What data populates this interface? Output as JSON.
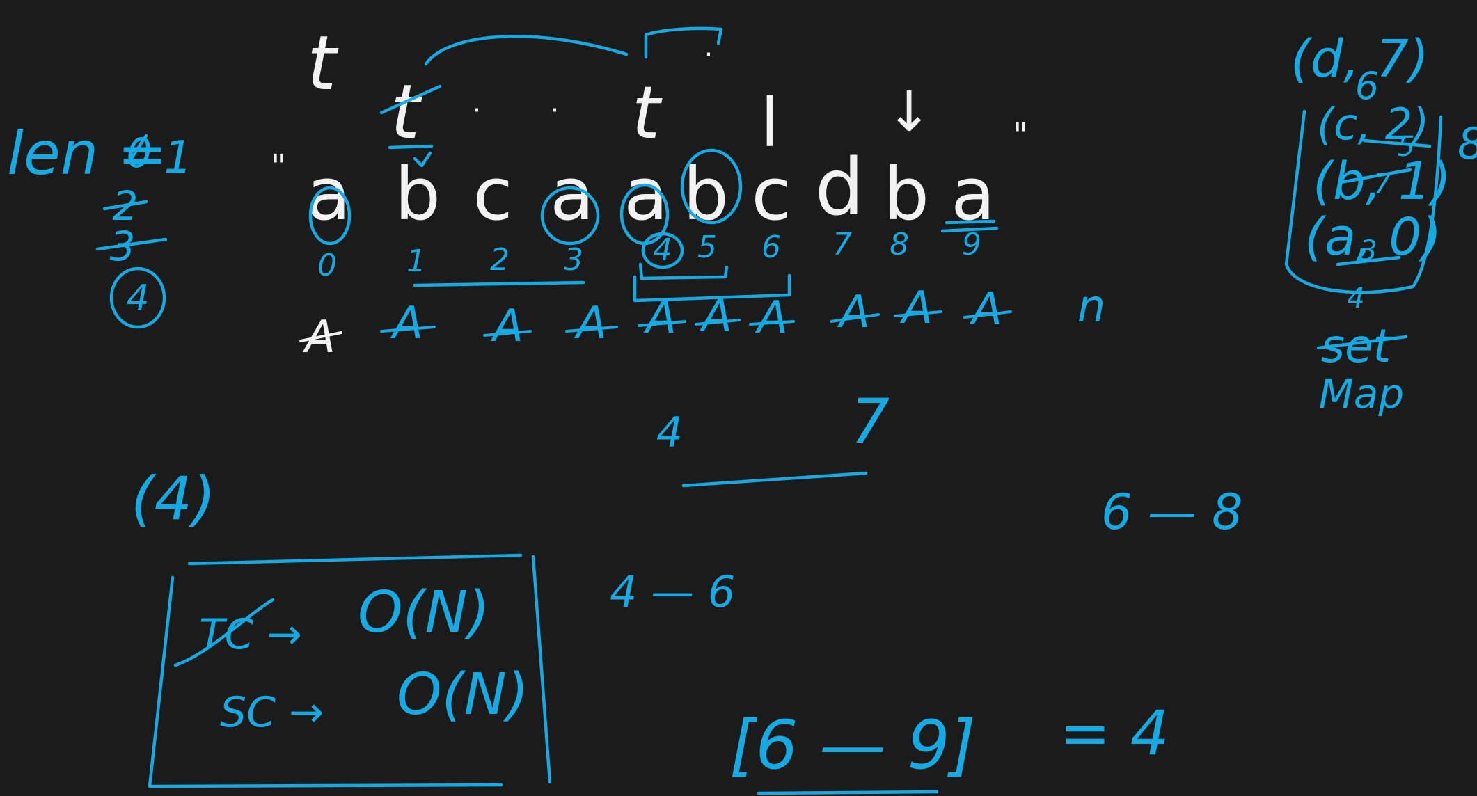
{
  "colors": {
    "background": "#1b1b1b",
    "white_ink": "#f2f2f2",
    "blue_ink": "#16a9e2"
  },
  "string": {
    "characters": [
      "a",
      "b",
      "c",
      "a",
      "a",
      "b",
      "c",
      "d",
      "b",
      "a"
    ],
    "indices": [
      "0",
      "1",
      "2",
      "3",
      "4",
      "5",
      "6",
      "7",
      "8",
      "9"
    ],
    "quote_left": "\"",
    "quote_right": "\""
  },
  "pointers": {
    "top_t": "t",
    "struck_t": "t",
    "t2": "t",
    "l": "l",
    "arrow": "↓"
  },
  "length_tracker": {
    "label": "len =",
    "struck_values": [
      "0",
      "1",
      "2",
      "3"
    ],
    "current": "4"
  },
  "bottom_marks": {
    "struck": [
      "A",
      "A",
      "A",
      "A",
      "A",
      "A",
      "A",
      "A",
      "A",
      "A"
    ],
    "last": "n"
  },
  "notes": {
    "range_a": "4 7",
    "range_a_start": "4",
    "range_a_end": "7",
    "paren_four": "(4)",
    "range_b": "4 — 6",
    "range_c": "6 — 8",
    "bracket_range": "[6 — 9]",
    "equals_four": "= 4",
    "dot": "·"
  },
  "complexity_box": {
    "tc_label": "TC →",
    "tc_value": "O(N)",
    "sc_label": "SC →",
    "sc_value": "O(N)"
  },
  "map_panel": {
    "top_entry": "(d, 7)",
    "top_sub": "6",
    "entries": [
      "(c, 2)",
      "(b, 1)",
      "(a, 0)"
    ],
    "struck_values": [
      "5",
      "7",
      "3"
    ],
    "side_number": "8",
    "below_entry": "4",
    "struck_label": "set",
    "label": "Map"
  }
}
